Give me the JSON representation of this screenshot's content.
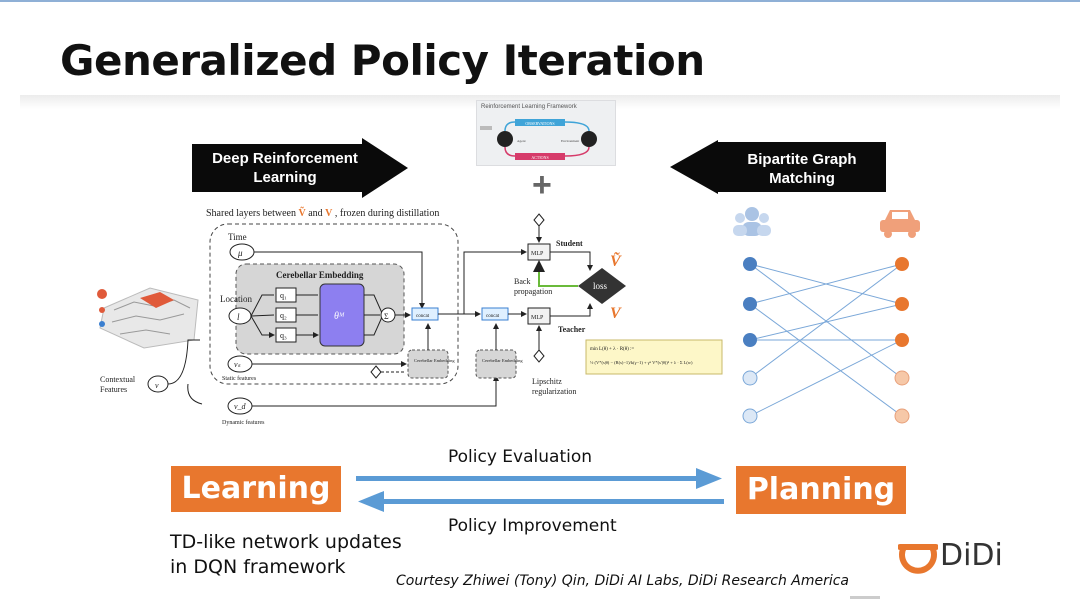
{
  "slide": {
    "title": "Generalized Policy Iteration",
    "left_arrow_label": "Deep Reinforcement Learning",
    "right_arrow_label": "Bipartite Graph Matching",
    "plus_sign": "+",
    "rl_framework_title": "Reinforcement Learning Framework",
    "rl_framework_observations": "OBSERVATIONS",
    "rl_framework_actions": "ACTIONS",
    "rl_framework_agent": "Agent",
    "rl_framework_environment": "Environment",
    "learning_label": "Learning",
    "planning_label": "Planning",
    "policy_evaluation": "Policy Evaluation",
    "policy_improvement": "Policy Improvement",
    "td_line1": "TD-like network updates",
    "td_line2": "in DQN framework",
    "courtesy": "Courtesy Zhiwei (Tony) Qin, DiDi AI Labs, DiDi Research America",
    "logo_text": "DiDi"
  },
  "network": {
    "shared_layers": "Shared layers between",
    "shared_layers_and": "and",
    "shared_layers_suffix": ", frozen during distillation",
    "time": "Time",
    "mu": "μ",
    "cerebellar": "Cerebellar Embedding",
    "location": "Location",
    "l": "l",
    "q1": "q₁",
    "q2": "q₂",
    "q3": "q₃",
    "theta": "θᴹ",
    "sigma": "Σ",
    "concat": "concat",
    "cereb_small": "Cerebellar Embedding",
    "vs": "vₛ",
    "static": "Static features",
    "contextual": "Contextual",
    "features": "Features",
    "v": "v",
    "vd": "v_d",
    "dynamic": "Dynamic features",
    "mlp": "MLP",
    "student": "Student",
    "teacher": "Teacher",
    "loss": "loss",
    "back1": "Back",
    "back2": "propagation",
    "lipschitz1": "Lipschitz",
    "lipschitz2": "regularization",
    "v_tilde": "Ṽ",
    "v_main": "V",
    "formula1": "min L(θ) + λ · R(θ) :=",
    "formula2": "½ (V*(s|θ) − (R(s)−1)/k(γ−1) + γᵏ V*(s'|θ))² + λ · Σ L(w)"
  },
  "colors": {
    "accent_orange": "#e8772e",
    "arrow_blue": "#5b9bd5",
    "node_blue": "#4a7fc1",
    "node_orange": "#e8772e",
    "theta_purple": "#8d7ff0"
  }
}
